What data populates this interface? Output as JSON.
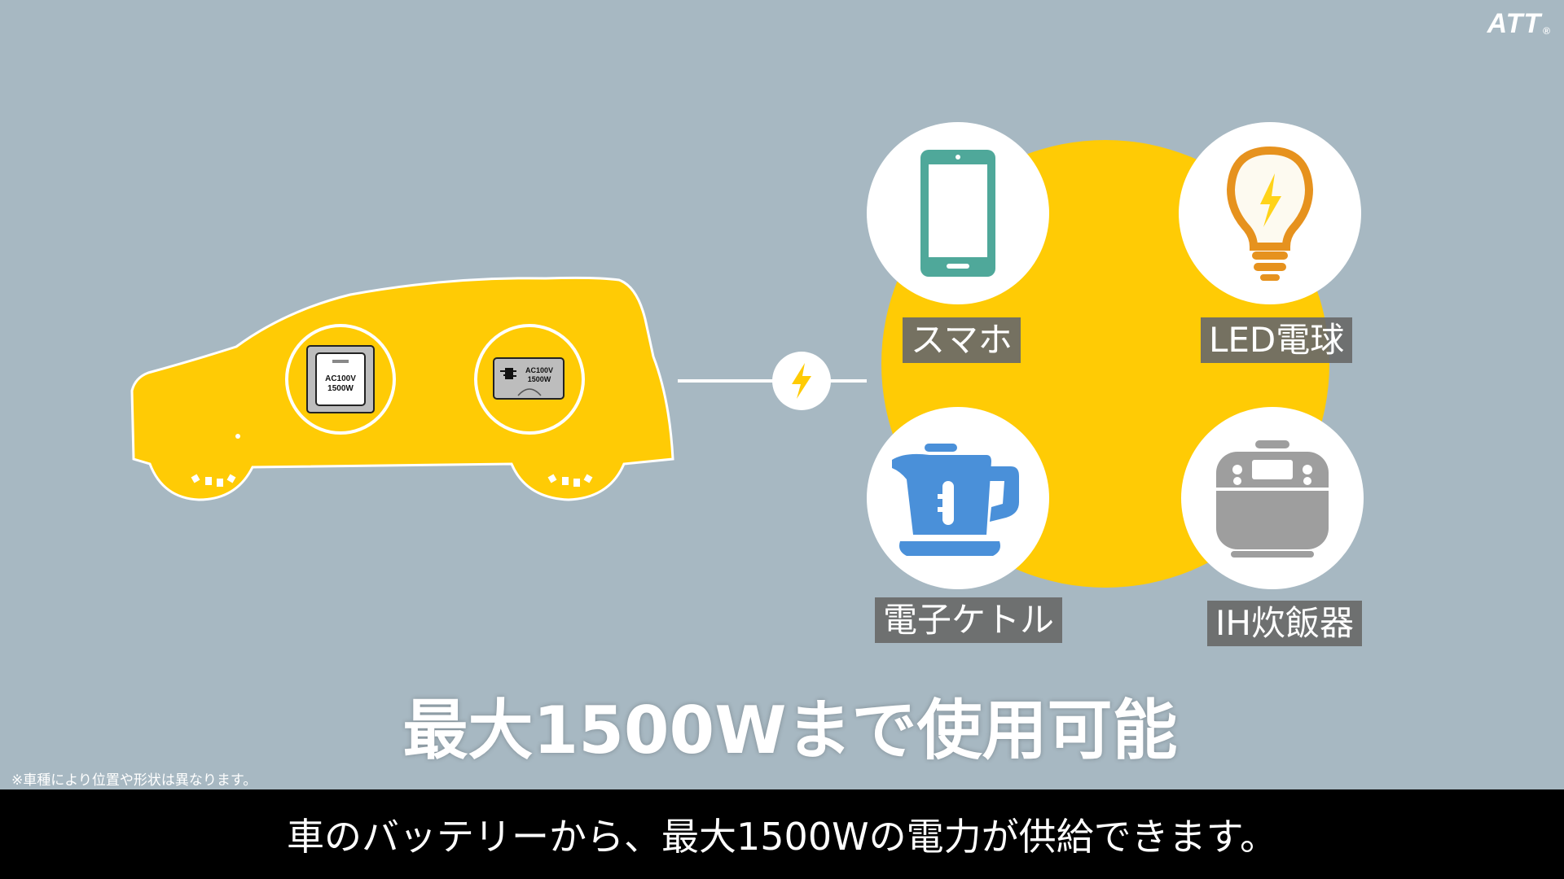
{
  "brand": {
    "logo_text": "ATT",
    "logo_mark": "®"
  },
  "vehicle": {
    "outlet1_text": [
      "AC100V",
      "1500W"
    ],
    "outlet2_text": [
      "AC100V",
      "1500W"
    ]
  },
  "devices": [
    {
      "label": "スマホ",
      "icon": "smartphone-icon"
    },
    {
      "label": "LED電球",
      "icon": "led-bulb-icon"
    },
    {
      "label": "電子ケトル",
      "icon": "electric-kettle-icon"
    },
    {
      "label": "IH炊飯器",
      "icon": "rice-cooker-icon"
    }
  ],
  "headline": "最大1500Wまで使用可能",
  "disclaimer": "※車種により位置や形状は異なります。",
  "subtitle": "車のバッテリーから、最大1500Wの電力が供給できます。",
  "colors": {
    "background": "#a7b8c2",
    "accent_yellow": "#ffcb05",
    "label_bg": "#696969",
    "subtitle_bar": "#000000"
  }
}
